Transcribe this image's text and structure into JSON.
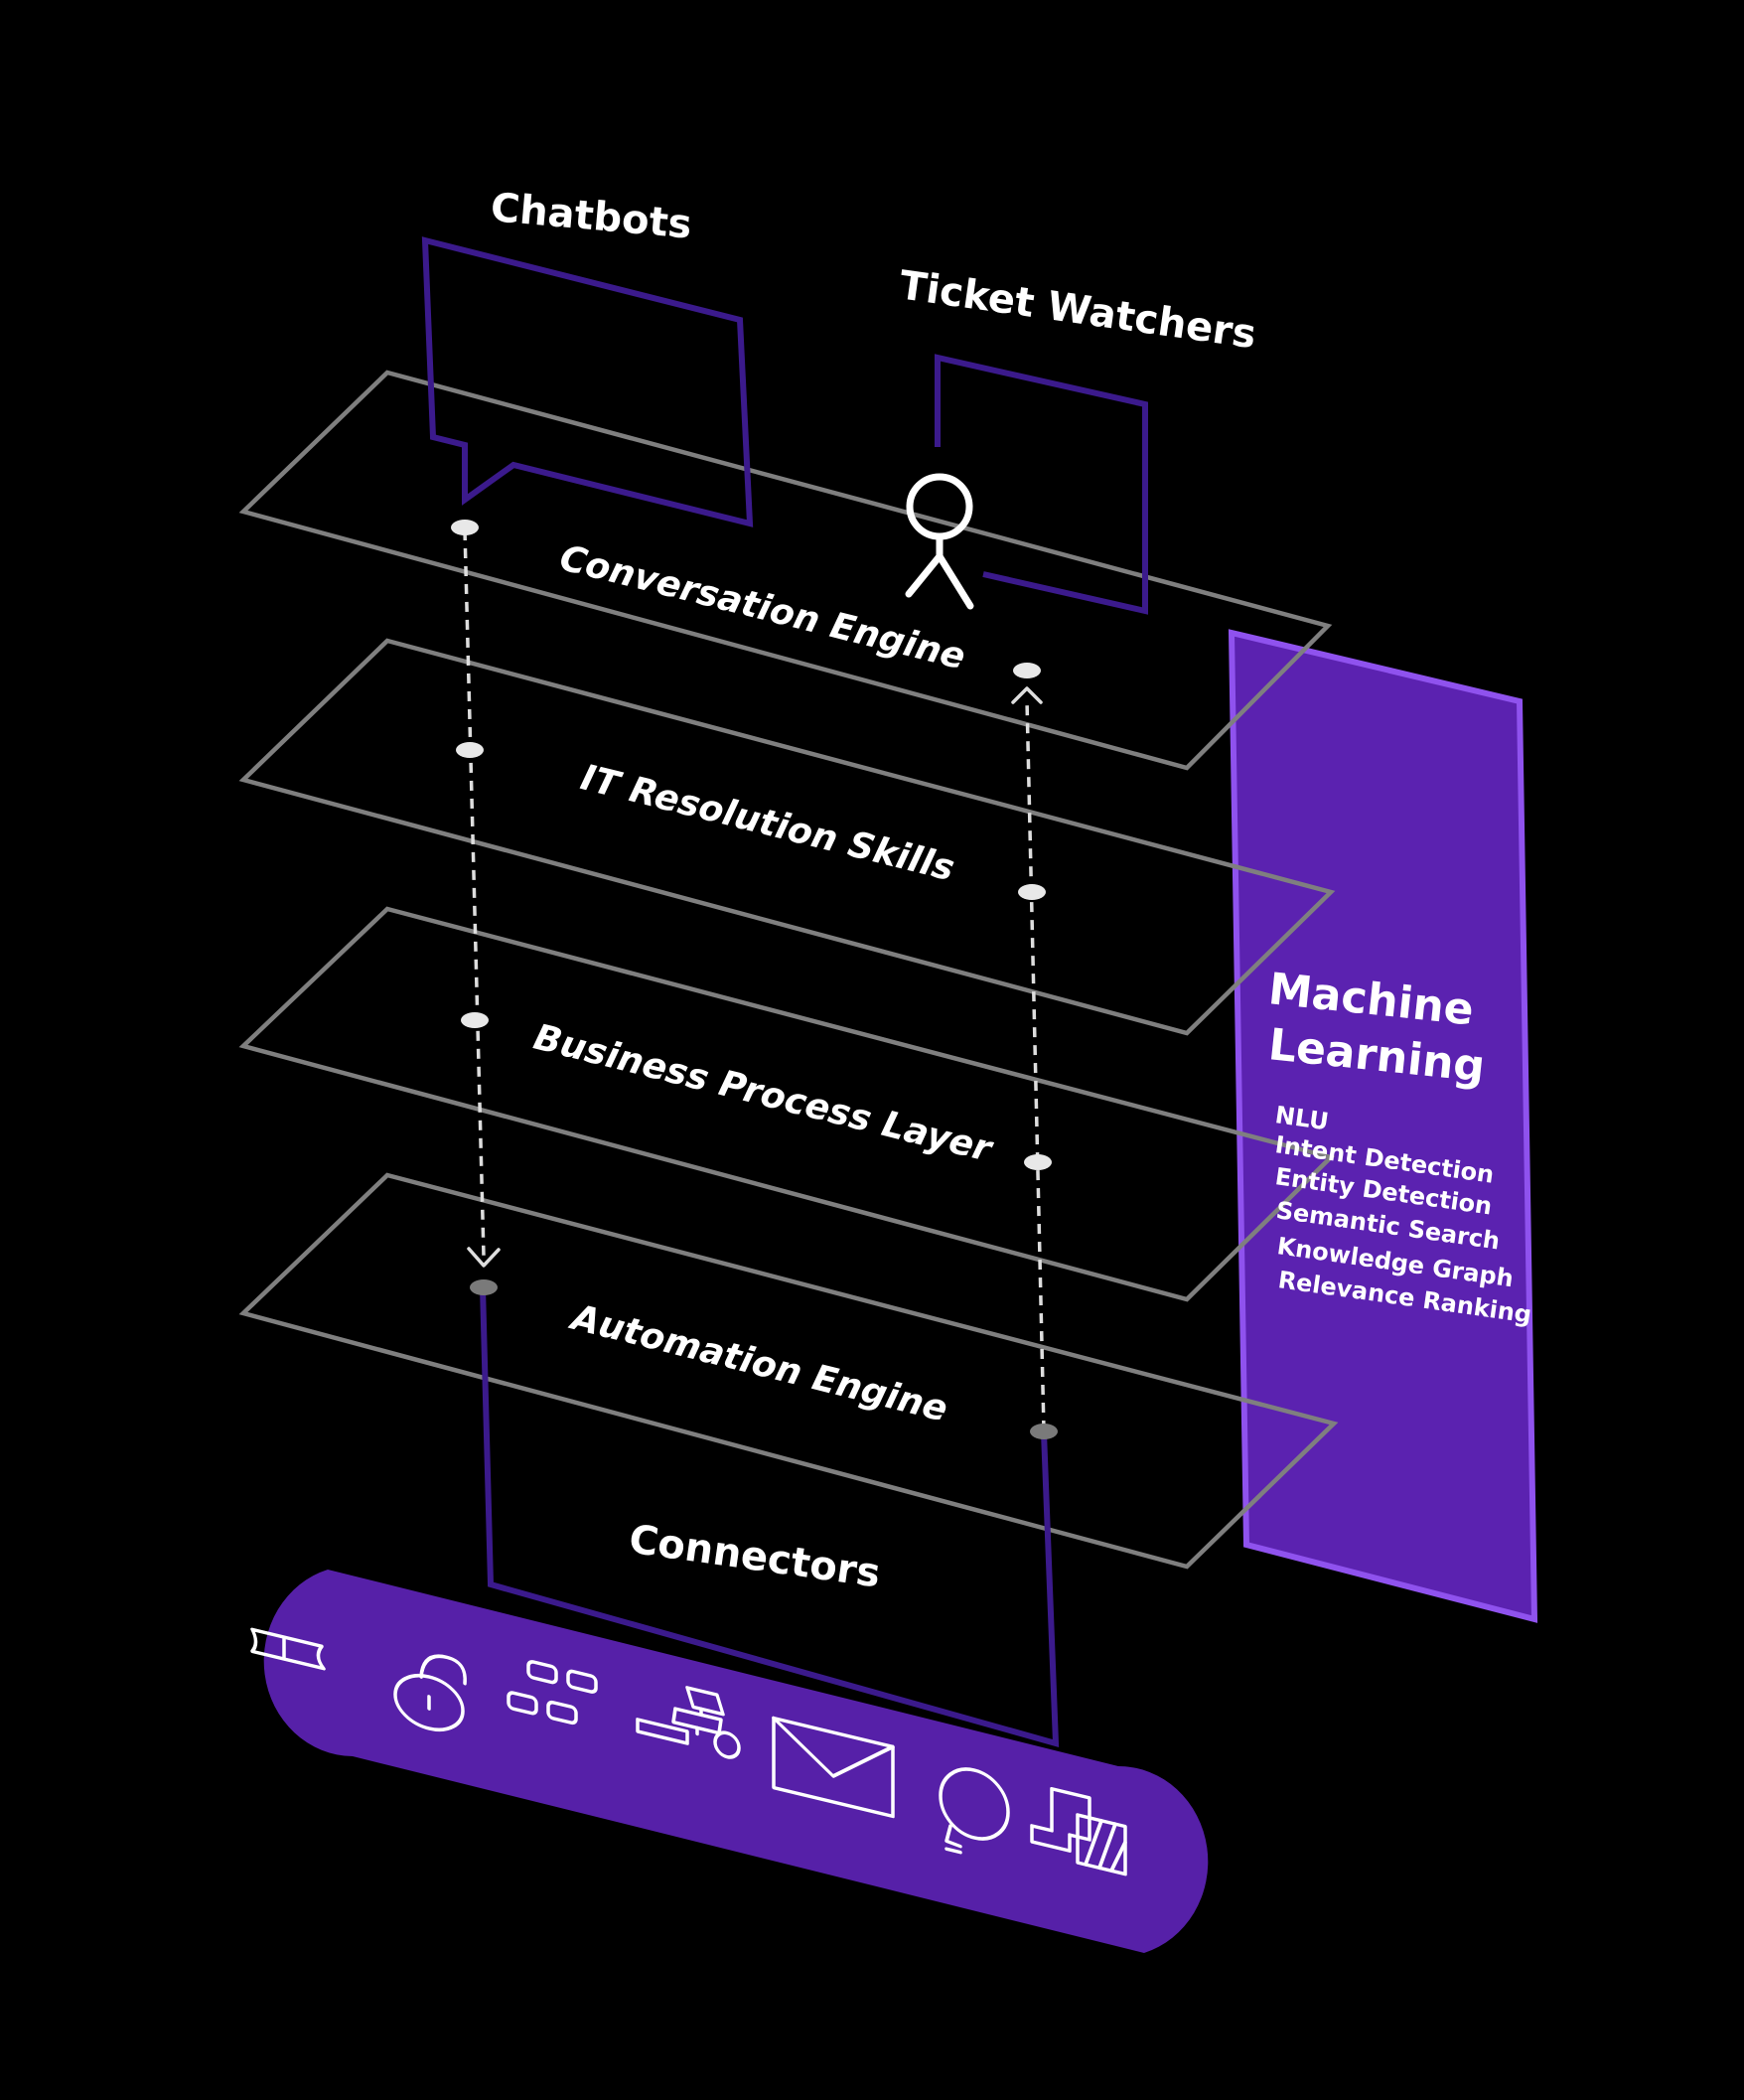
{
  "diagram": {
    "top_labels": {
      "chatbots": "Chatbots",
      "ticket_watchers": "Ticket Watchers"
    },
    "layers": [
      "Conversation Engine",
      "IT Resolution Skills",
      "Business Process Layer",
      "Automation Engine"
    ],
    "connectors_label": "Connectors",
    "machine_learning": {
      "title_line1": "Machine",
      "title_line2": "Learning",
      "items": [
        "NLU",
        "Intent Detection",
        "Entity Detection",
        "Semantic Search",
        "Knowledge Graph",
        "Relevance Ranking"
      ]
    },
    "connector_icons": [
      "ticket-icon",
      "lock-icon",
      "grid-icon",
      "flowchart-icon",
      "mail-icon",
      "lightbulb-icon",
      "document-icon"
    ],
    "colors": {
      "background": "#000000",
      "accent_purple": "#5b22b0",
      "accent_border": "#8f52ee",
      "plane_stroke": "#7f7f7f",
      "text": "#ffffff"
    }
  }
}
